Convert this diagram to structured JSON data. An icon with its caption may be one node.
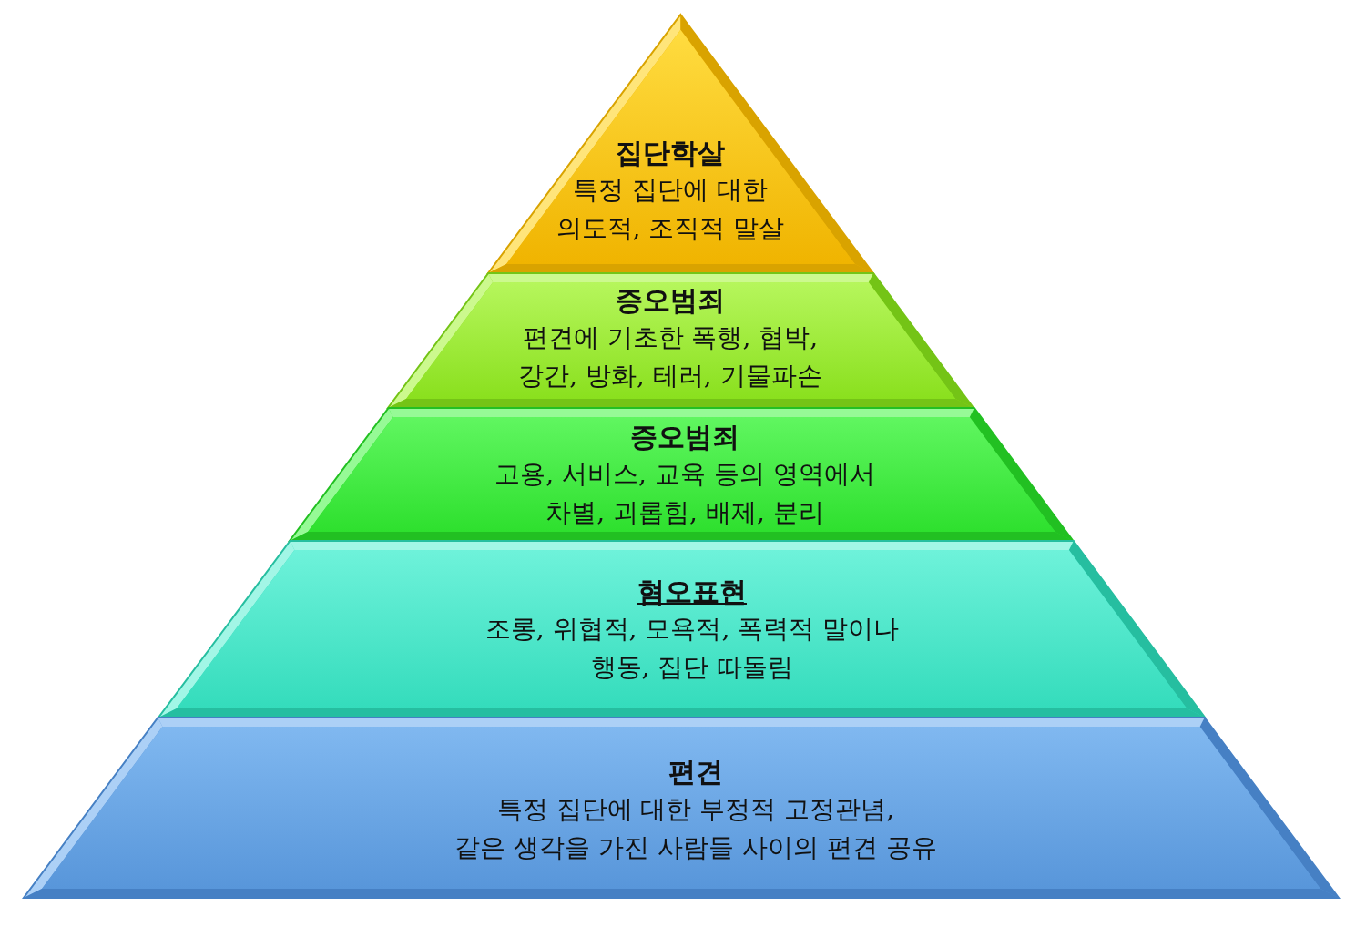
{
  "diagram": {
    "nodes": [
      {
        "text": [
          "집단학살",
          "특정 집단에 대한 의도적, 조직적 말살"
        ]
      },
      {
        "text": [
          "증오범죄",
          "편견에 기초한 폭행, 협박, 강간, 방화, 테러, 기물파손"
        ]
      },
      {
        "text": [
          "증오범죄",
          "고용, 서비스, 교육 등의 영역에서 차별, 괴롭힘, 배제, 분리"
        ]
      },
      {
        "text": [
          "혐오표현",
          "조롱, 위협적, 모욕적, 폭력적 말이나 행동, 집단 따돌림"
        ]
      },
      {
        "text": [
          "편견",
          "특정 집단에 대한 부정적 고정관념, 같은 생각을 가진 사람들 사이의 편견 공유"
        ]
      }
    ]
  }
}
